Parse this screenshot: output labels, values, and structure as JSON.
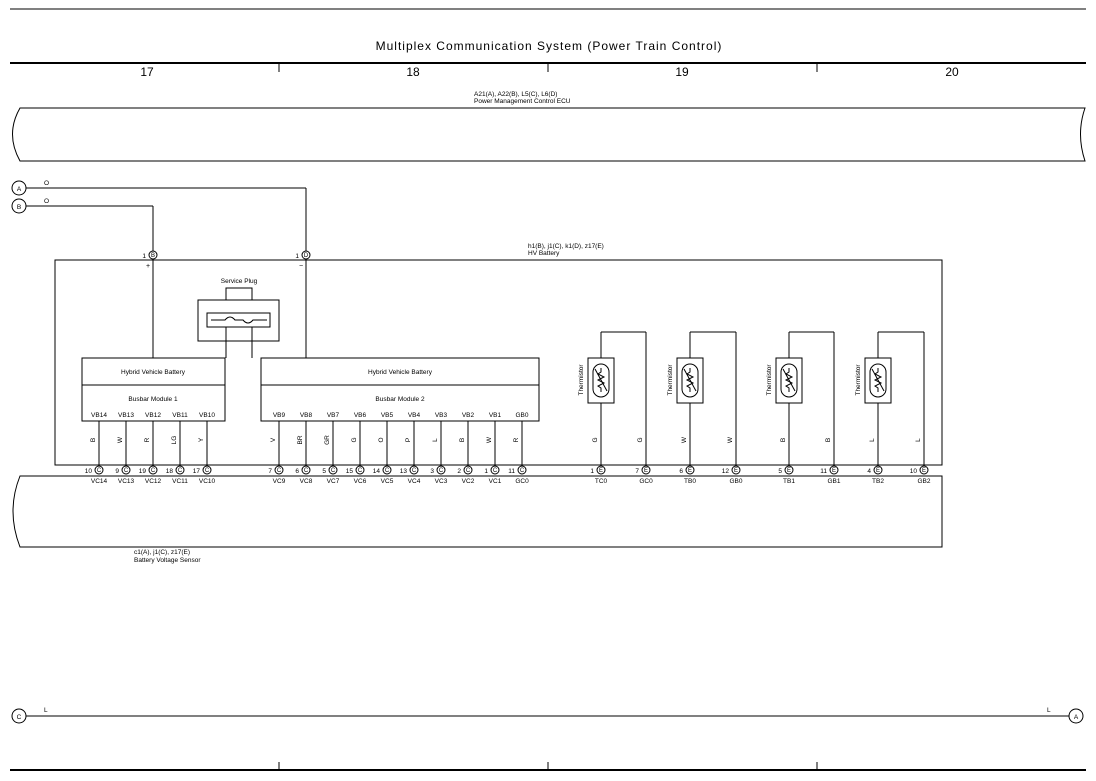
{
  "title": "Multiplex Communication System (Power Train Control)",
  "columns": [
    "17",
    "18",
    "19",
    "20"
  ],
  "ecu": {
    "codes": "A21(A), A22(B), L5(C), L6(D)",
    "name": "Power Management Control ECU"
  },
  "hv_battery": {
    "codes": "h1(B), j1(C), k1(D), z17(E)",
    "name": "HV Battery"
  },
  "voltage_sensor": {
    "codes": "c1(A), j1(C), z17(E)",
    "name": "Battery Voltage Sensor"
  },
  "service_plug": "Service Plug",
  "connectors": {
    "A": "A",
    "B": "B",
    "C": "C",
    "wire_A": "O",
    "wire_B": "O",
    "wire_C": "L",
    "wire_A2": "L"
  },
  "power_pins": [
    {
      "num": "1",
      "conn": "B",
      "sign": "+"
    },
    {
      "num": "1",
      "conn": "D",
      "sign": "−"
    }
  ],
  "module1": {
    "line1": "Hybrid Vehicle Battery",
    "line2": "Busbar Module 1",
    "pins": [
      {
        "vb": "VB14",
        "color": "B",
        "num": "10",
        "conn": "C",
        "vc": "VC14"
      },
      {
        "vb": "VB13",
        "color": "W",
        "num": "9",
        "conn": "C",
        "vc": "VC13"
      },
      {
        "vb": "VB12",
        "color": "R",
        "num": "19",
        "conn": "C",
        "vc": "VC12"
      },
      {
        "vb": "VB11",
        "color": "LG",
        "num": "18",
        "conn": "C",
        "vc": "VC11"
      },
      {
        "vb": "VB10",
        "color": "Y",
        "num": "17",
        "conn": "C",
        "vc": "VC10"
      }
    ]
  },
  "module2": {
    "line1": "Hybrid Vehicle Battery",
    "line2": "Busbar Module 2",
    "pins": [
      {
        "vb": "VB9",
        "color": "V",
        "num": "7",
        "conn": "C",
        "vc": "VC9"
      },
      {
        "vb": "VB8",
        "color": "BR",
        "num": "6",
        "conn": "C",
        "vc": "VC8"
      },
      {
        "vb": "VB7",
        "color": "GR",
        "num": "5",
        "conn": "C",
        "vc": "VC7"
      },
      {
        "vb": "VB6",
        "color": "G",
        "num": "15",
        "conn": "C",
        "vc": "VC6"
      },
      {
        "vb": "VB5",
        "color": "O",
        "num": "14",
        "conn": "C",
        "vc": "VC5"
      },
      {
        "vb": "VB4",
        "color": "P",
        "num": "13",
        "conn": "C",
        "vc": "VC4"
      },
      {
        "vb": "VB3",
        "color": "L",
        "num": "3",
        "conn": "C",
        "vc": "VC3"
      },
      {
        "vb": "VB2",
        "color": "B",
        "num": "2",
        "conn": "C",
        "vc": "VC2"
      },
      {
        "vb": "VB1",
        "color": "W",
        "num": "1",
        "conn": "C",
        "vc": "VC1"
      },
      {
        "vb": "GB0",
        "color": "R",
        "num": "11",
        "conn": "C",
        "vc": "GC0"
      }
    ]
  },
  "thermistors": [
    {
      "label": "Thermistor",
      "a": {
        "color": "G",
        "num": "1",
        "conn": "E",
        "sig": "TC0"
      },
      "b": {
        "color": "G",
        "num": "7",
        "conn": "E",
        "sig": "GC0"
      }
    },
    {
      "label": "Thermistor",
      "a": {
        "color": "W",
        "num": "6",
        "conn": "E",
        "sig": "TB0"
      },
      "b": {
        "color": "W",
        "num": "12",
        "conn": "E",
        "sig": "GB0"
      }
    },
    {
      "label": "Thermistor",
      "a": {
        "color": "B",
        "num": "5",
        "conn": "E",
        "sig": "TB1"
      },
      "b": {
        "color": "B",
        "num": "11",
        "conn": "E",
        "sig": "GB1"
      }
    },
    {
      "label": "Thermistor",
      "a": {
        "color": "L",
        "num": "4",
        "conn": "E",
        "sig": "TB2"
      },
      "b": {
        "color": "L",
        "num": "10",
        "conn": "E",
        "sig": "GB2"
      }
    }
  ]
}
